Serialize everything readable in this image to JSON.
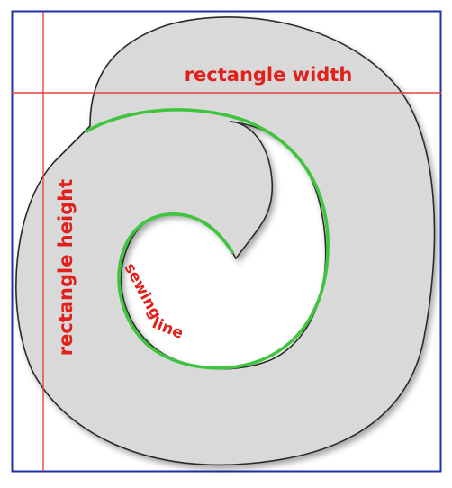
{
  "labels": {
    "width": "rectangle width",
    "height": "rectangle height",
    "sewing_first": "sewing",
    "sewing_second": "line"
  },
  "colors": {
    "frame": "#1f2fa8",
    "guide_lines": "#e8403a",
    "label_text": "#e0201b",
    "shape_fill": "#d9d9d9",
    "shape_outline": "#2b2b2b",
    "sewing_line": "#3ec43e",
    "background": "#ffffff"
  }
}
